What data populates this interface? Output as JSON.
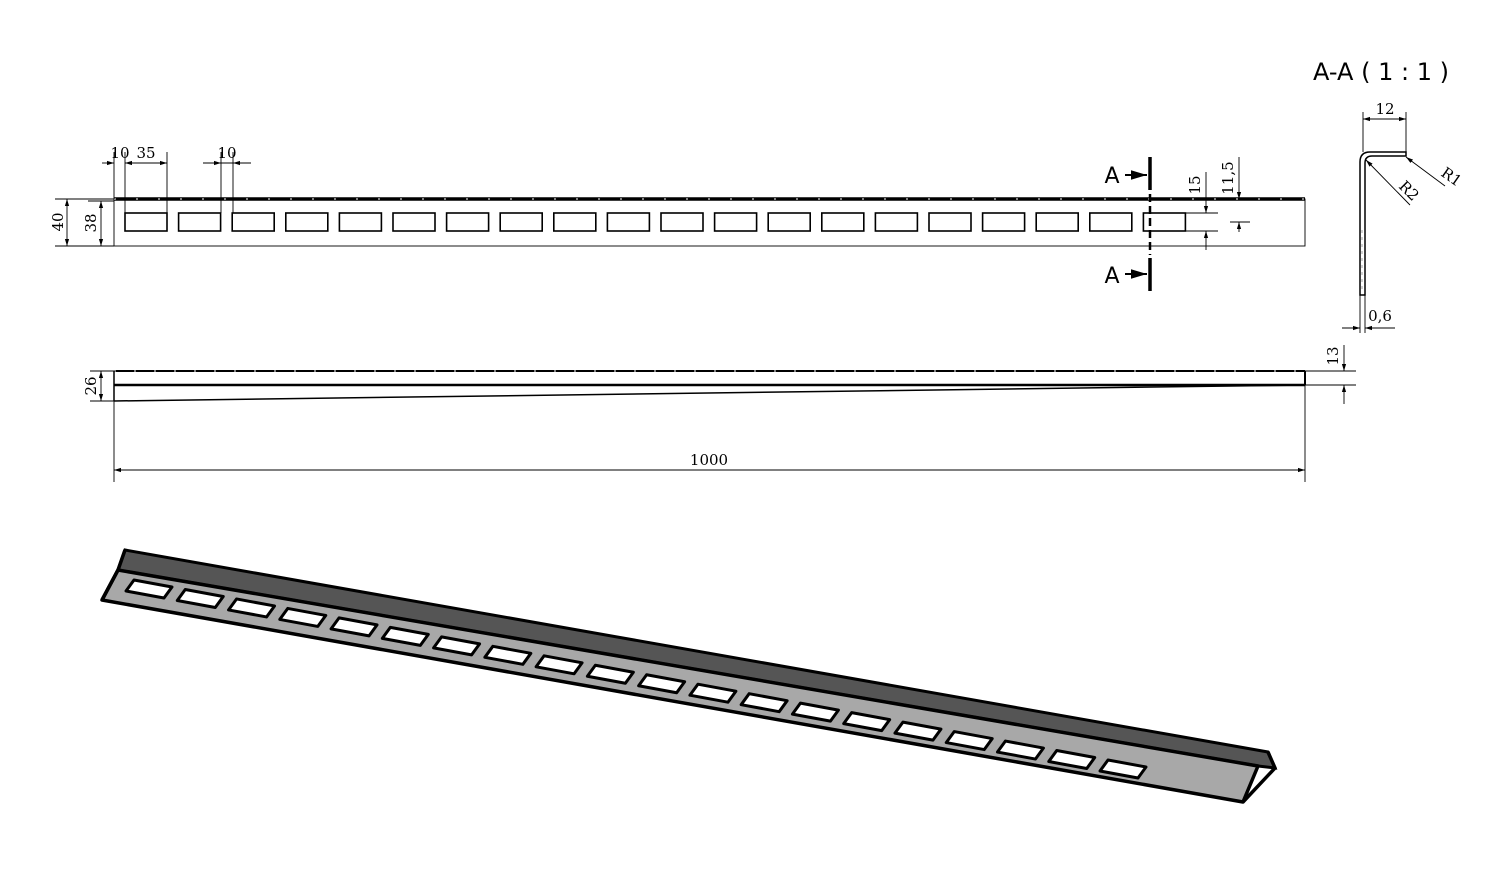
{
  "section_view": {
    "title": "A-A ( 1 : 1 )",
    "dims": {
      "flange_width": "12",
      "radius_outer": "R1",
      "radius_inner": "R2",
      "thickness": "0,6"
    }
  },
  "front_view": {
    "dims": {
      "edge_offset": "10",
      "slot_length": "35",
      "slot_gap": "10",
      "overall_height": "40",
      "web_height": "38",
      "slot_span": "15",
      "slot_center": "11,5"
    },
    "section_marker": {
      "label_top": "A",
      "label_bottom": "A"
    },
    "slot_count": 20
  },
  "side_view": {
    "dims": {
      "height_left": "26",
      "height_right": "13",
      "length": "1000"
    }
  },
  "isometric_view": {
    "slot_count": 20,
    "colors": {
      "web": "#a8a8a8",
      "flange": "#555555",
      "outline": "#000000"
    }
  }
}
